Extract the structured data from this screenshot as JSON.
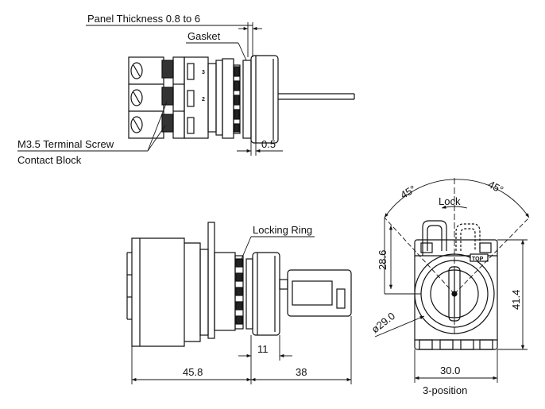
{
  "labels": {
    "panel_thickness": "Panel Thickness 0.8 to 6",
    "gasket": "Gasket",
    "terminal_screw": "M3.5 Terminal Screw",
    "contact_block": "Contact Block",
    "locking_ring": "Locking Ring",
    "lock": "Lock",
    "position": "3-position",
    "top_marker": "TOP",
    "block_number_3": "3",
    "block_number_2": "2"
  },
  "dimensions": {
    "offset": "0.5",
    "body_depth": "45.8",
    "key_length": "38",
    "bezel_depth": "11",
    "angle_left": "45°",
    "angle_right": "45°",
    "height_upper": "28.6",
    "height_total": "41.4",
    "diameter": "ø29.0",
    "width": "30.0"
  }
}
